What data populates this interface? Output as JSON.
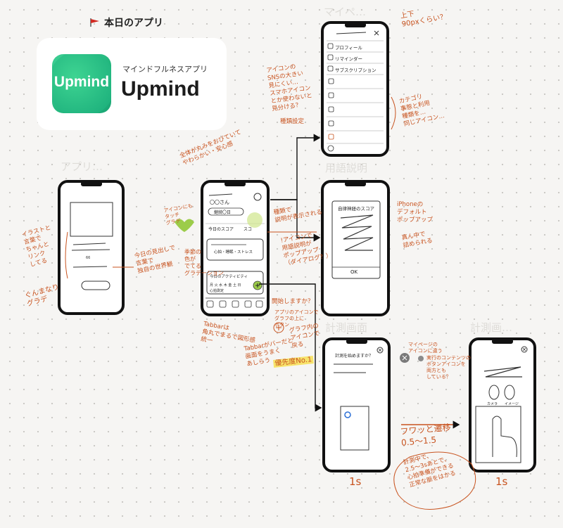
{
  "header": {
    "title": "本日のアプリ"
  },
  "app_card": {
    "icon_text": "Upmind",
    "category": "マインドフルネスアプリ",
    "name": "Upmind"
  },
  "screen_titles": {
    "mypage": "マイペ…",
    "app": "アプリ…",
    "glossary": "用語説明",
    "measure1": "計測画面",
    "measure2": "計測画…"
  },
  "mypage_screen": {
    "items": [
      "プロフィール",
      "リマインダー",
      "サブスクリプション"
    ]
  },
  "home_screen": {
    "greeting": "〇〇さん",
    "badge": "継続〇日",
    "score_label": "今日のスコア",
    "score_value": "スコ",
    "categories": "心拍・睡眠・ストレス",
    "activity_label": "今日のアクティビティ",
    "week_days": "月 火 水 木 金 土 日",
    "measure_btn": "心拍測定"
  },
  "glossary_screen": {
    "title": "自律神経のスコア",
    "button": "OK"
  },
  "measure1_screen": {
    "prompt": "計測を始めますか？"
  },
  "measure2_screen": {
    "label_camera": "カメラ",
    "label_image": "イメージ"
  },
  "annotations": {
    "top_right": "上下\n90pxくらい？",
    "icon_sns": "アイコンの\nSNSの大きい\n見にくい…\nスマホアイコン\nとか使わないと\n見分ける？",
    "pulldown": "種類設定",
    "icon_same": "カテゴリ\n事態と利用\n種類を…\n同じアイコン…",
    "overall": "全体が丸みをおびていて\nやわらかい・安心感",
    "icon_tag": "アイコンにも\nタッチ\nグラデ",
    "tap_explain": "種類で\n説明が表示される",
    "icon_popup": "!アイコンで\n用語説明が\nポップアップ\n（ダイアログ？）",
    "iphone_default": "iPhoneの\nデフォルト\nポップアップ",
    "centered_popup": "真ん中で\n詰められる",
    "illust_text": "イラストと\n言葉で\nちゃんと\nリンク\nしてる",
    "today_text": "今日の見出しで\n言葉で\n独自の世界観",
    "gradient": "ぐんまなり\nグラデ",
    "seasonal": "季節の\n色が\nでてる\nグラデーション",
    "start_btn": "開始しますか？",
    "graph_link": "アプリのアイコンで\nグラフの上に\nボタン",
    "tabbar": "Tabbarは\n角丸でまるで図形感\n統一",
    "tabbar_right": "Tabbarがバーだと\n画面をうまく\nあしらう",
    "plus_note": "グラフ内の\nアイコンで\n戻る",
    "priority": "優先度No.1",
    "mypage_icon": "マイページの\nアイコンに違う",
    "measure_icon": "実行のコンテンツの\nボタンアイコンを\n両方とも\nしている？",
    "fade": "フワッと遷移\n0.5〜1.5",
    "timing1": "1s",
    "timing2": "1s",
    "circle_note": "計測中で、\n2.5〜3sあとで、\n心拍準備ができる\n正常な脈をはかる"
  },
  "colors": {
    "accent_green": "#2ec384",
    "annotation": "#c8531f",
    "flag": "#d22a22",
    "tag_green": "#9ccc4a"
  }
}
